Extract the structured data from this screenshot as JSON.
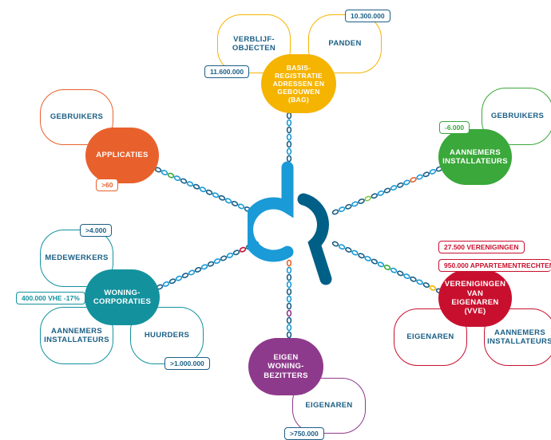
{
  "colors": {
    "bag": "#f5b400",
    "applicaties": "#e8612c",
    "aannemers_top": "#3aa83a",
    "woningcorporaties": "#13929e",
    "vve": "#c8102e",
    "eigenwoningbezitters": "#8e3a8c",
    "logo_light": "#1a9ad6",
    "logo_dark": "#005f86",
    "tag_blue": "#1b5f86"
  },
  "chain_colors": [
    "#1b5f86",
    "#1a9ad6",
    "#13929e",
    "#3aa83a",
    "#8bc34a",
    "#f5b400",
    "#e8612c",
    "#c8102e",
    "#8e3a8c"
  ],
  "hubs": {
    "bag": "BASIS-\nREGISTRATIE\nADRESSEN EN\nGEBOUWEN\n(BAG)",
    "applicaties": "APPLICATIES",
    "aannemers": "AANNEMERS\nINSTALLATEURS",
    "woningcorporaties": "WONING-\nCORPORATIES",
    "vve": "VERENIGINGEN\nVAN EIGENAREN\n(VVE)",
    "eigenwoningbezitters": "EIGEN\nWONING-\nBEZITTERS"
  },
  "subs": {
    "bag_verblijfobjecten": "VERBLIJF-\nOBJECTEN",
    "bag_panden": "PANDEN",
    "applicaties_gebruikers": "GEBRUIKERS",
    "aannemers_gebruikers": "GEBRUIKERS",
    "woco_medewerkers": "MEDEWERKERS",
    "woco_aannemers": "AANNEMERS\nINSTALLATEURS",
    "woco_huurders": "HUURDERS",
    "vve_eigenaren": "EIGENAREN",
    "vve_aannemers": "AANNEMERS\nINSTALLATEURS",
    "ewb_eigenaren": "EIGENAREN"
  },
  "tags": {
    "panden": "10.300.000",
    "verblijfobjecten": "11.600.000",
    "applicaties": ">60",
    "aannemers": "-6.000",
    "medewerkers": ">4.000",
    "vhe": "400.000 VHE -17%",
    "huurders": ">1.000.000",
    "verenigingen": "27.500 VERENIGINGEN",
    "appartementrechten": "950.000 APPARTEMENTRECHTEN",
    "ewb_eigenaren": ">750.000"
  }
}
